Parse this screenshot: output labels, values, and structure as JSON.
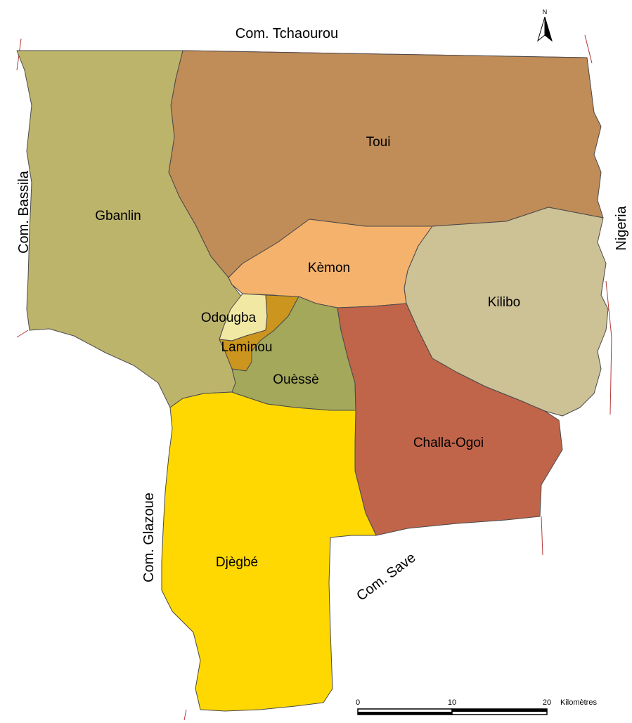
{
  "map": {
    "neighbors": {
      "north": "Com. Tchaourou",
      "west": "Com. Bassila",
      "east": "Nigeria",
      "southwest": "Com. Glazoue",
      "south": "Com. Save"
    },
    "regions": [
      {
        "id": "toui",
        "name": "Toui",
        "color": "#c08c58"
      },
      {
        "id": "gbanlin",
        "name": "Gbanlin",
        "color": "#bdb46c"
      },
      {
        "id": "kemon",
        "name": "Kèmon",
        "color": "#f4b26c"
      },
      {
        "id": "kilibo",
        "name": "Kilibo",
        "color": "#cdc196"
      },
      {
        "id": "odougba",
        "name": "Odougba",
        "color": "#f1e8a4"
      },
      {
        "id": "laminou",
        "name": "Laminou",
        "color": "#cc961e"
      },
      {
        "id": "ouesse",
        "name": "Ouèssè",
        "color": "#a3a85a"
      },
      {
        "id": "challa-ogoi",
        "name": "Challa-Ogoi",
        "color": "#c0644a"
      },
      {
        "id": "djegbe",
        "name": "Djègbé",
        "color": "#fed800"
      }
    ],
    "north_arrow": "N",
    "scale_bar": {
      "ticks": [
        "0",
        "10",
        "20"
      ],
      "unit": "Kilomètres"
    }
  }
}
